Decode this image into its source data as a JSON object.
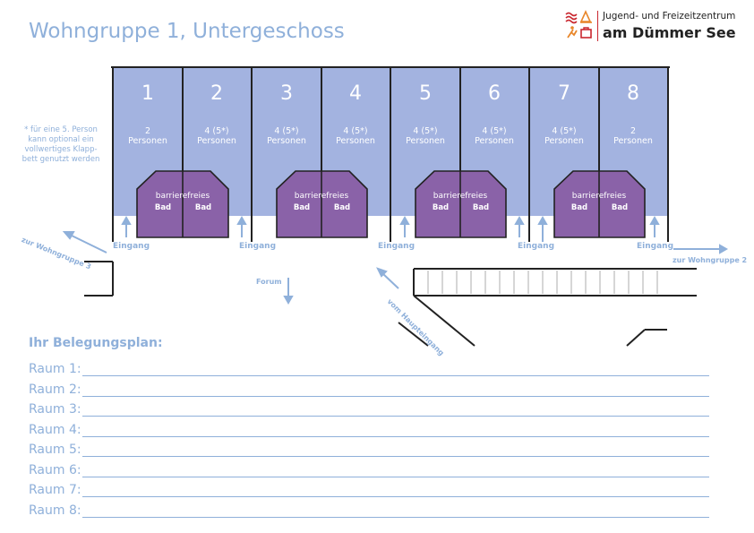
{
  "header": {
    "title": "Wohngruppe 1, Untergeschoss",
    "logo_line1": "Jugend- und Freizeitzentrum",
    "logo_line2": "am Dümmer See"
  },
  "note": "* für eine 5. Person kann optional ein vollwertiges Klapp-bett genutzt werden",
  "rooms": [
    {
      "num": "1",
      "cap1": "2",
      "cap2": "Personen"
    },
    {
      "num": "2",
      "cap1": "4 (5*)",
      "cap2": "Personen"
    },
    {
      "num": "3",
      "cap1": "4 (5*)",
      "cap2": "Personen"
    },
    {
      "num": "4",
      "cap1": "4 (5*)",
      "cap2": "Personen"
    },
    {
      "num": "5",
      "cap1": "4 (5*)",
      "cap2": "Personen"
    },
    {
      "num": "6",
      "cap1": "4 (5*)",
      "cap2": "Personen"
    },
    {
      "num": "7",
      "cap1": "4 (5*)",
      "cap2": "Personen"
    },
    {
      "num": "8",
      "cap1": "2",
      "cap2": "Personen"
    }
  ],
  "bath": {
    "label": "barrierefreies",
    "bad": "Bad"
  },
  "entrance": "Eingang",
  "directions": {
    "left": "zur Wohngruppe 3",
    "right": "zur Wohngruppe 2",
    "forum": "Forum",
    "main": "vom Haupteingang"
  },
  "colors": {
    "room": "#a3b3e0",
    "bath": "#8a62a8",
    "accent": "#8fb0da"
  },
  "plan": {
    "heading": "Ihr Belegungsplan:",
    "rows": [
      "Raum 1:",
      "Raum 2:",
      "Raum 3:",
      "Raum 4:",
      "Raum 5:",
      "Raum 6:",
      "Raum 7:",
      "Raum 8:"
    ]
  }
}
